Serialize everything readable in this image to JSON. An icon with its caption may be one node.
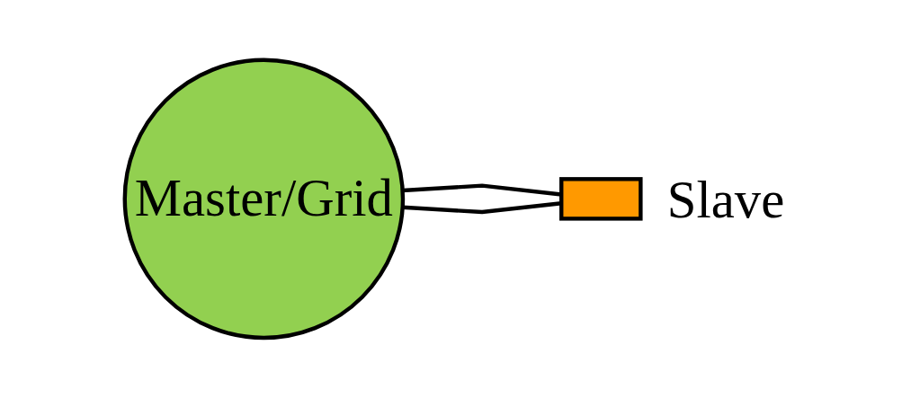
{
  "diagram": {
    "nodes": [
      {
        "text": [
          "Master/Grid"
        ]
      },
      {
        "text": [],
        "shape": "box",
        "beside": [
          "Slave"
        ]
      }
    ],
    "edges": [
      {
        "from": 0,
        "to": 1,
        "arrow": "none"
      },
      {
        "from": 0,
        "to": 1,
        "arrow": "none"
      }
    ]
  }
}
